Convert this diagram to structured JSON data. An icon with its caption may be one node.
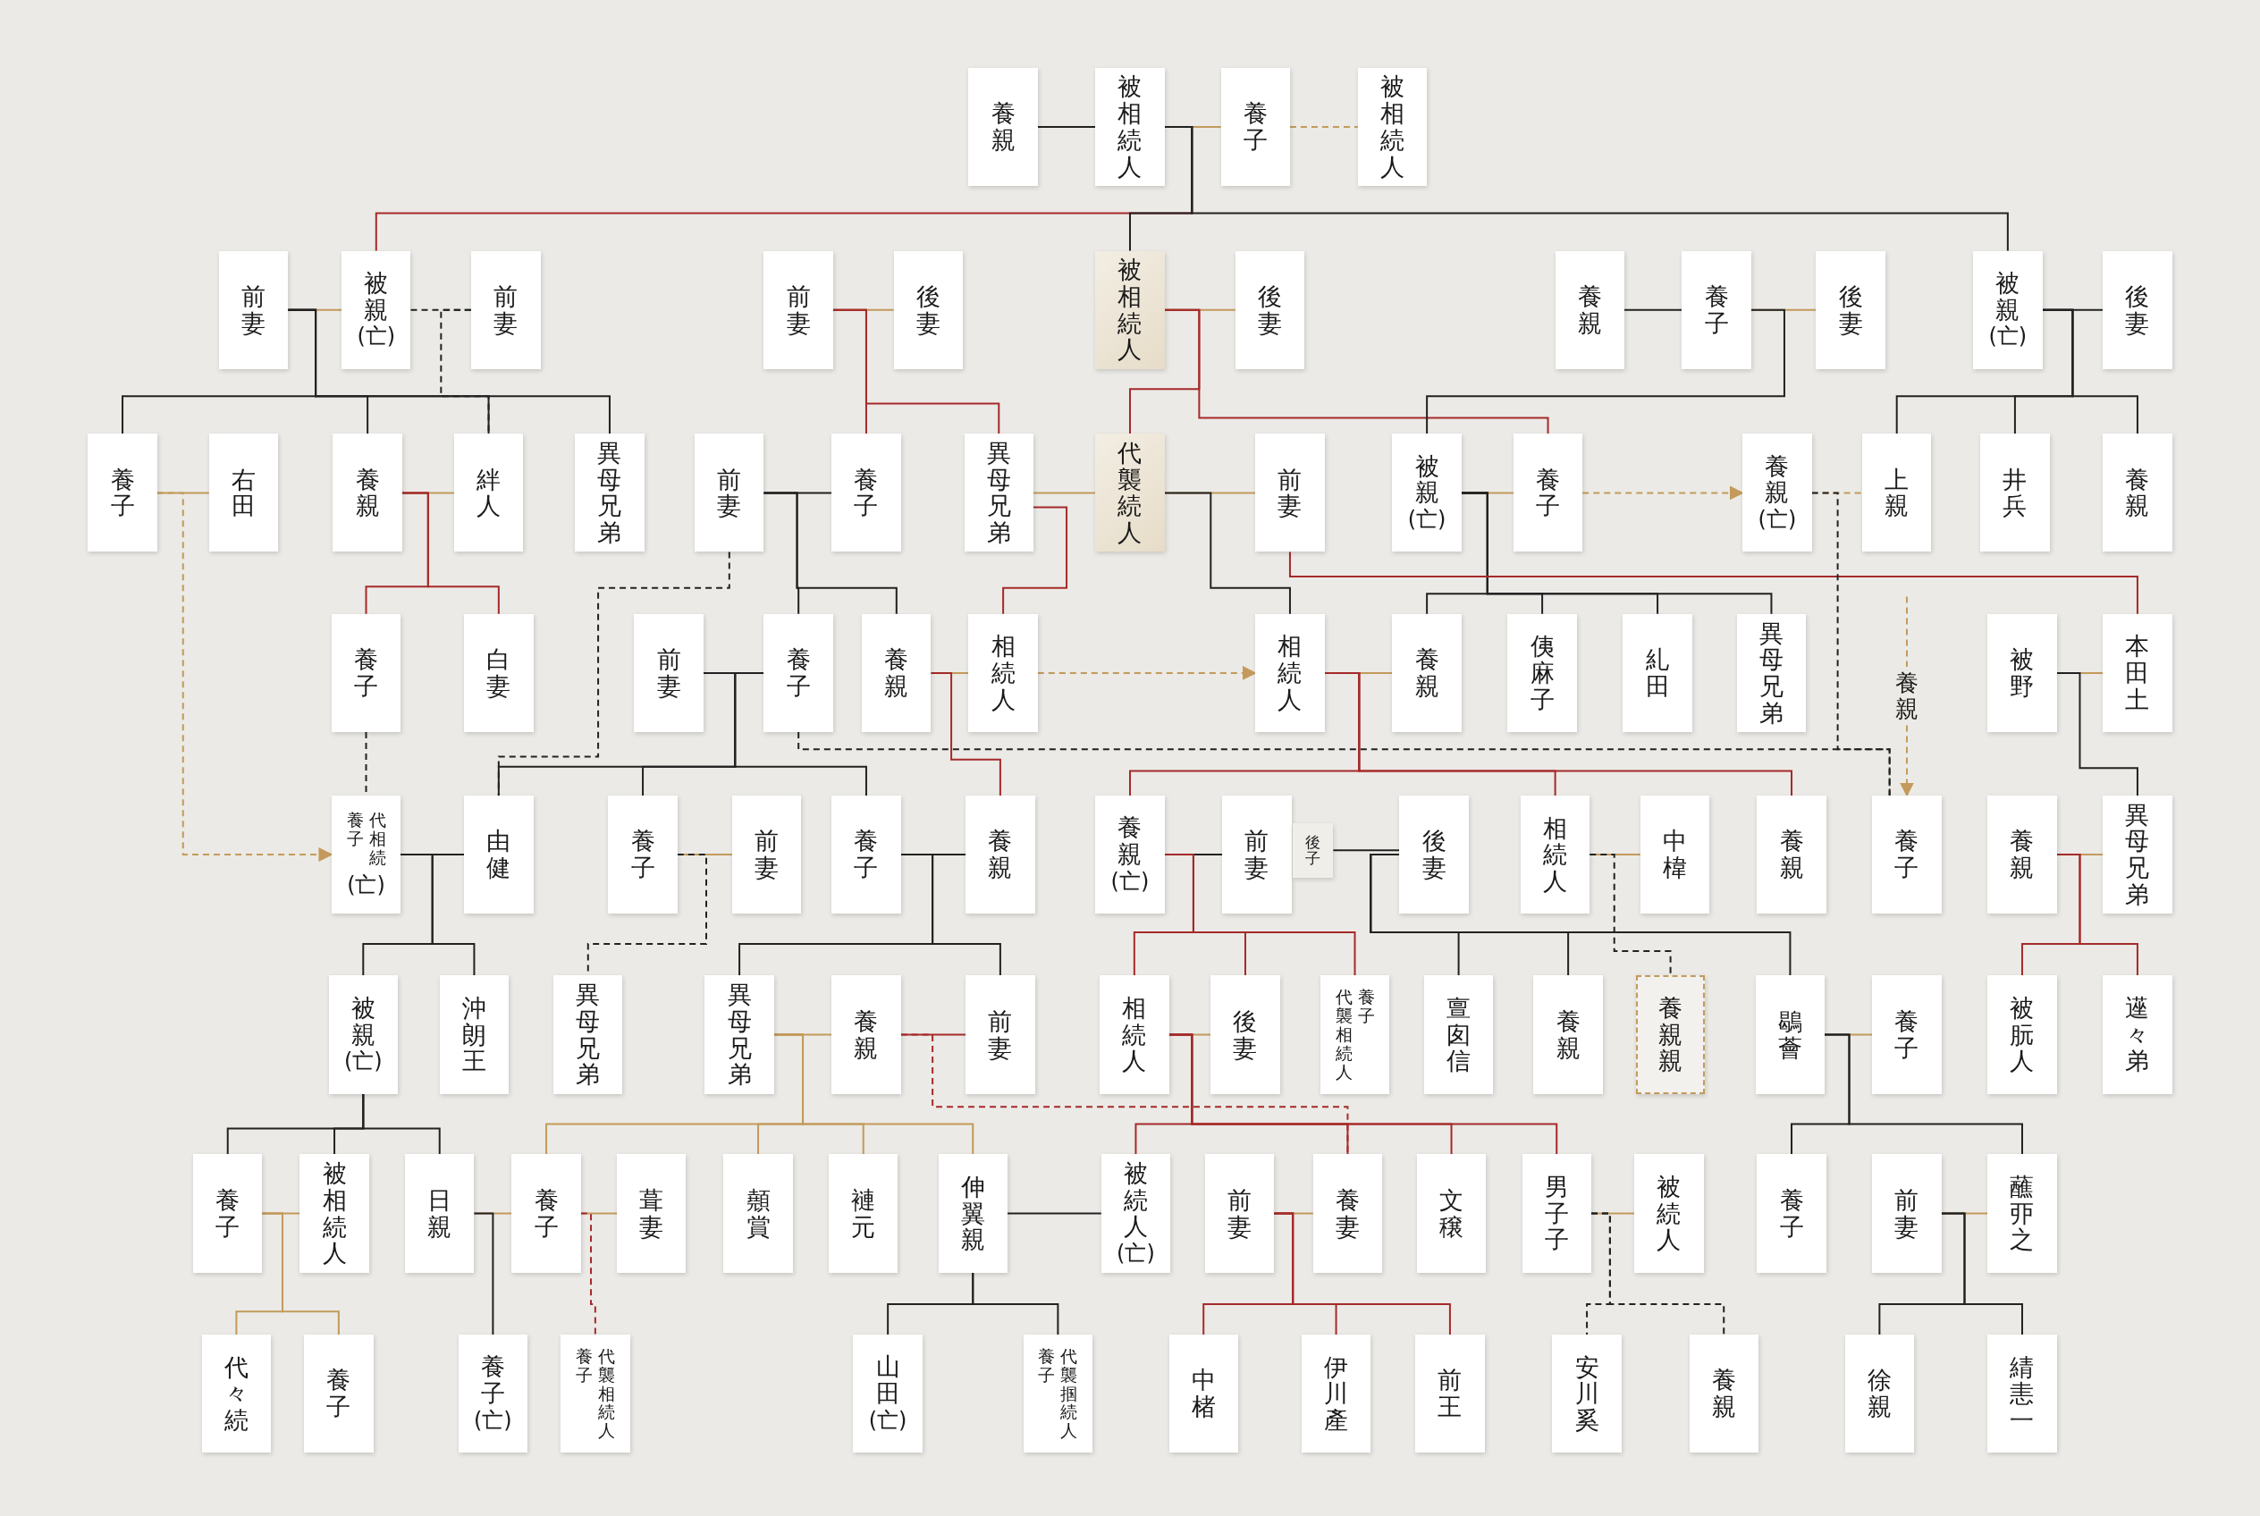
{
  "diagram": {
    "nodes": [
      {
        "text": [
          "養親"
        ]
      },
      {
        "text": [
          "被相続人"
        ]
      },
      {
        "text": [
          "養子"
        ]
      },
      {
        "text": [
          "被相続人"
        ]
      },
      {
        "text": [
          "前妻"
        ]
      },
      {
        "text": [
          "被親",
          "(亡)"
        ]
      },
      {
        "text": [
          "前妻"
        ]
      },
      {
        "text": [
          "前妻"
        ]
      },
      {
        "text": [
          "後妻"
        ]
      },
      {
        "text": [
          "被相続人"
        ]
      },
      {
        "text": [
          "後妻"
        ]
      },
      {
        "text": [
          "養親"
        ]
      },
      {
        "text": [
          "養子"
        ]
      },
      {
        "text": [
          "後妻"
        ]
      },
      {
        "text": [
          "被親",
          "(亡)"
        ]
      },
      {
        "text": [
          "後妻"
        ]
      },
      {
        "text": [
          "養子"
        ]
      },
      {
        "text": [
          "右田"
        ]
      },
      {
        "text": [
          "養親"
        ]
      },
      {
        "text": [
          "絆人"
        ]
      },
      {
        "text": [
          "異母兄弟"
        ]
      },
      {
        "text": [
          "前妻"
        ]
      },
      {
        "text": [
          "養子"
        ]
      },
      {
        "text": [
          "異母兄弟"
        ]
      },
      {
        "text": [
          "代襲続人"
        ]
      },
      {
        "text": [
          "前妻"
        ]
      },
      {
        "text": [
          "被親",
          "(亡)"
        ]
      },
      {
        "text": [
          "養子"
        ]
      },
      {
        "text": [
          "養親",
          "(亡)"
        ]
      },
      {
        "text": [
          "上親"
        ]
      },
      {
        "text": [
          "井兵"
        ]
      },
      {
        "text": [
          "養親"
        ]
      },
      {
        "text": [
          "養子"
        ]
      },
      {
        "text": [
          "白妻"
        ]
      },
      {
        "text": [
          "前妻"
        ]
      },
      {
        "text": [
          "養子"
        ]
      },
      {
        "text": [
          "養親"
        ]
      },
      {
        "text": [
          "相続人"
        ]
      },
      {
        "text": [
          "相続人"
        ]
      },
      {
        "text": [
          "養親"
        ]
      },
      {
        "text": [
          "侇麻子"
        ]
      },
      {
        "text": [
          "糺田"
        ]
      },
      {
        "text": [
          "異母兄弟"
        ]
      },
      {
        "text": [
          "被野"
        ]
      },
      {
        "text": [
          "本田土"
        ]
      },
      {
        "text": [
          "養子",
          "代相続",
          "(亡)"
        ]
      },
      {
        "text": [
          "由健"
        ]
      },
      {
        "text": [
          "養子"
        ]
      },
      {
        "text": [
          "前妻"
        ]
      },
      {
        "text": [
          "養子"
        ]
      },
      {
        "text": [
          "養親"
        ]
      },
      {
        "text": [
          "養親",
          "(亡)"
        ]
      },
      {
        "text": [
          "前妻"
        ]
      },
      {
        "text": [
          "後子"
        ]
      },
      {
        "text": [
          "後妻"
        ]
      },
      {
        "text": [
          "相続人"
        ]
      },
      {
        "text": [
          "中椲"
        ]
      },
      {
        "text": [
          "養親"
        ]
      },
      {
        "text": [
          "養子"
        ]
      },
      {
        "text": [
          "養親"
        ]
      },
      {
        "text": [
          "異母兄弟"
        ]
      },
      {
        "text": [
          "被親",
          "(亡)"
        ]
      },
      {
        "text": [
          "沖朗王"
        ]
      },
      {
        "text": [
          "異母兄弟"
        ]
      },
      {
        "text": [
          "異母兄弟"
        ]
      },
      {
        "text": [
          "養親"
        ]
      },
      {
        "text": [
          "前妻"
        ]
      },
      {
        "text": [
          "相続人"
        ]
      },
      {
        "text": [
          "後妻"
        ]
      },
      {
        "text": [
          "代襲相続人",
          "養子"
        ]
      },
      {
        "text": [
          "亶囱信"
        ]
      },
      {
        "text": [
          "養親"
        ]
      },
      {
        "text": [
          "養親親"
        ]
      },
      {
        "text": [
          "鶡薈"
        ]
      },
      {
        "text": [
          "養子"
        ]
      },
      {
        "text": [
          "被朊人"
        ]
      },
      {
        "text": [
          "遳々弟"
        ]
      },
      {
        "text": [
          "養子"
        ]
      },
      {
        "text": [
          "被相続人"
        ]
      },
      {
        "text": [
          "日親"
        ]
      },
      {
        "text": [
          "養子"
        ]
      },
      {
        "text": [
          "葺妻"
        ]
      },
      {
        "text": [
          "顤賞"
        ]
      },
      {
        "text": [
          "褳元"
        ]
      },
      {
        "text": [
          "伸翼親"
        ]
      },
      {
        "text": [
          "被続人",
          "(亡)"
        ]
      },
      {
        "text": [
          "前妻"
        ]
      },
      {
        "text": [
          "養妻"
        ]
      },
      {
        "text": [
          "文穣"
        ]
      },
      {
        "text": [
          "男子子"
        ]
      },
      {
        "text": [
          "被続人"
        ]
      },
      {
        "text": [
          "養子"
        ]
      },
      {
        "text": [
          "前妻"
        ]
      },
      {
        "text": [
          "蘸丣之"
        ]
      },
      {
        "text": [
          "代々続"
        ]
      },
      {
        "text": [
          "養子"
        ]
      },
      {
        "text": [
          "養子",
          "(亡)"
        ]
      },
      {
        "text": [
          "養子",
          "代襲相続人"
        ]
      },
      {
        "text": [
          "山田",
          "(亡)"
        ]
      },
      {
        "text": [
          "養子",
          "代襲掴続人"
        ]
      },
      {
        "text": [
          "中楮"
        ]
      },
      {
        "text": [
          "伊川產"
        ]
      },
      {
        "text": [
          "前王"
        ]
      },
      {
        "text": [
          "安川奚"
        ]
      },
      {
        "text": [
          "養親"
        ]
      },
      {
        "text": [
          "徐親"
        ]
      },
      {
        "text": [
          "綪恚一"
        ]
      }
    ],
    "edges": [
      {
        "from": 0,
        "to": 1,
        "arrow": "none"
      },
      {
        "from": 1,
        "to": 2,
        "arrow": "none",
        "color": "#c39a5b"
      },
      {
        "from": 2,
        "to": 3,
        "arrow": "none",
        "style": "dashed",
        "color": "#c39a5b"
      },
      {
        "from": 1,
        "to": 5,
        "arrow": "none",
        "color": "#a52a2a"
      },
      {
        "from": 1,
        "to": 9,
        "arrow": "none"
      },
      {
        "from": 1,
        "to": 14,
        "arrow": "none"
      },
      {
        "from": 4,
        "to": 5,
        "arrow": "none",
        "color": "#c39a5b"
      },
      {
        "from": 5,
        "to": 6,
        "arrow": "none",
        "style": "dashed"
      },
      {
        "from": 7,
        "to": 8,
        "arrow": "none",
        "color": "#c39a5b"
      },
      {
        "from": 9,
        "to": 10,
        "arrow": "none",
        "color": "#c39a5b"
      },
      {
        "from": 11,
        "to": 12,
        "arrow": "none"
      },
      {
        "from": 12,
        "to": 13,
        "arrow": "none",
        "color": "#c39a5b"
      },
      {
        "from": 14,
        "to": 15,
        "arrow": "none"
      },
      {
        "from": 4,
        "to": 16,
        "arrow": "none"
      },
      {
        "from": 4,
        "to": 18,
        "arrow": "none"
      },
      {
        "from": 4,
        "to": 19,
        "arrow": "none"
      },
      {
        "from": 4,
        "to": 20,
        "arrow": "none"
      },
      {
        "from": 6,
        "to": 19,
        "arrow": "none",
        "style": "dashed"
      },
      {
        "from": 7,
        "to": 22,
        "arrow": "none",
        "color": "#a52a2a"
      },
      {
        "from": 7,
        "to": 23,
        "arrow": "none",
        "color": "#a52a2a"
      },
      {
        "from": 9,
        "to": 24,
        "arrow": "none",
        "color": "#a52a2a"
      },
      {
        "from": 9,
        "to": 27,
        "arrow": "none",
        "color": "#a52a2a"
      },
      {
        "from": 12,
        "to": 26,
        "arrow": "none"
      },
      {
        "from": 14,
        "to": 29,
        "arrow": "none"
      },
      {
        "from": 14,
        "to": 30,
        "arrow": "none"
      },
      {
        "from": 14,
        "to": 31,
        "arrow": "none"
      },
      {
        "from": 16,
        "to": 17,
        "arrow": "none",
        "color": "#c39a5b"
      },
      {
        "from": 18,
        "to": 19,
        "arrow": "none",
        "color": "#c39a5b"
      },
      {
        "from": 21,
        "to": 22,
        "arrow": "none"
      },
      {
        "from": 23,
        "to": 24,
        "arrow": "none",
        "color": "#c39a5b"
      },
      {
        "from": 24,
        "to": 25,
        "arrow": "none",
        "color": "#c39a5b"
      },
      {
        "from": 26,
        "to": 27,
        "arrow": "none",
        "color": "#c39a5b"
      },
      {
        "from": 27,
        "to": 28,
        "arrow": "to",
        "style": "dashed",
        "color": "#c39a5b"
      },
      {
        "from": 28,
        "to": 29,
        "arrow": "none",
        "style": "dashed",
        "color": "#c39a5b"
      },
      {
        "from": 18,
        "to": 32,
        "arrow": "none",
        "color": "#a52a2a"
      },
      {
        "from": 18,
        "to": 33,
        "arrow": "none",
        "color": "#a52a2a"
      },
      {
        "from": 21,
        "to": 35,
        "arrow": "none"
      },
      {
        "from": 21,
        "to": 36,
        "arrow": "none"
      },
      {
        "from": 21,
        "to": 46,
        "arrow": "none",
        "style": "dashed"
      },
      {
        "from": 23,
        "to": 37,
        "arrow": "none",
        "color": "#a52a2a"
      },
      {
        "from": 24,
        "to": 38,
        "arrow": "none"
      },
      {
        "from": 26,
        "to": 39,
        "arrow": "none"
      },
      {
        "from": 26,
        "to": 40,
        "arrow": "none"
      },
      {
        "from": 26,
        "to": 41,
        "arrow": "none"
      },
      {
        "from": 26,
        "to": 42,
        "arrow": "none"
      },
      {
        "from": 25,
        "to": 44,
        "arrow": "none",
        "color": "#a52a2a"
      },
      {
        "from": 28,
        "to": 58,
        "arrow": "none",
        "style": "dashed"
      },
      {
        "from": null,
        "to": 58,
        "arrow": "to",
        "label": "養親",
        "style": "dashed",
        "color": "#c39a5b"
      },
      {
        "from": 16,
        "to": 45,
        "arrow": "to",
        "style": "dashed",
        "color": "#c39a5b"
      },
      {
        "from": 37,
        "to": 38,
        "arrow": "to",
        "style": "dashed",
        "color": "#c39a5b"
      },
      {
        "from": 36,
        "to": 37,
        "arrow": "none",
        "color": "#c39a5b"
      },
      {
        "from": 38,
        "to": 39,
        "arrow": "none",
        "color": "#c39a5b"
      },
      {
        "from": 43,
        "to": 44,
        "arrow": "none",
        "color": "#c39a5b"
      },
      {
        "from": 34,
        "to": 35,
        "arrow": "none"
      },
      {
        "from": 34,
        "to": 46,
        "arrow": "none"
      },
      {
        "from": 34,
        "to": 47,
        "arrow": "none"
      },
      {
        "from": 34,
        "to": 49,
        "arrow": "none"
      },
      {
        "from": 32,
        "to": 45,
        "arrow": "none",
        "style": "dashed"
      },
      {
        "from": 36,
        "to": 50,
        "arrow": "none",
        "color": "#a52a2a"
      },
      {
        "from": 38,
        "to": 51,
        "arrow": "none",
        "color": "#a52a2a"
      },
      {
        "from": 38,
        "to": 55,
        "arrow": "none",
        "color": "#a52a2a"
      },
      {
        "from": 38,
        "to": 57,
        "arrow": "none",
        "color": "#a52a2a"
      },
      {
        "from": 43,
        "to": 60,
        "arrow": "none"
      },
      {
        "from": 35,
        "to": 58,
        "arrow": "none",
        "style": "dashed"
      },
      {
        "from": 45,
        "to": 46,
        "arrow": "none"
      },
      {
        "from": 47,
        "to": 48,
        "arrow": "none",
        "color": "#c39a5b"
      },
      {
        "from": 49,
        "to": 50,
        "arrow": "none"
      },
      {
        "from": 51,
        "to": 52,
        "arrow": "none"
      },
      {
        "from": 53,
        "to": 54,
        "arrow": "none"
      },
      {
        "from": 55,
        "to": 56,
        "arrow": "none",
        "color": "#c39a5b"
      },
      {
        "from": 59,
        "to": 60,
        "arrow": "none",
        "color": "#c39a5b"
      },
      {
        "from": 47,
        "to": 63,
        "arrow": "none",
        "style": "dashed"
      },
      {
        "from": 45,
        "to": 61,
        "arrow": "none"
      },
      {
        "from": 45,
        "to": 62,
        "arrow": "none"
      },
      {
        "from": 49,
        "to": 64,
        "arrow": "none"
      },
      {
        "from": 49,
        "to": 66,
        "arrow": "none"
      },
      {
        "from": 51,
        "to": 67,
        "arrow": "none",
        "color": "#a52a2a"
      },
      {
        "from": 51,
        "to": 68,
        "arrow": "none",
        "color": "#a52a2a"
      },
      {
        "from": 51,
        "to": 69,
        "arrow": "none",
        "color": "#a52a2a"
      },
      {
        "from": 54,
        "to": 70,
        "arrow": "none"
      },
      {
        "from": 54,
        "to": 71,
        "arrow": "none"
      },
      {
        "from": 54,
        "to": 73,
        "arrow": "none"
      },
      {
        "from": 55,
        "to": 72,
        "arrow": "none",
        "style": "dashed"
      },
      {
        "from": 59,
        "to": 75,
        "arrow": "none",
        "color": "#a52a2a"
      },
      {
        "from": 59,
        "to": 76,
        "arrow": "none",
        "color": "#a52a2a"
      },
      {
        "from": 64,
        "to": 65,
        "arrow": "none",
        "color": "#c39a5b"
      },
      {
        "from": 65,
        "to": 66,
        "arrow": "none",
        "color": "#a52a2a"
      },
      {
        "from": 67,
        "to": 68,
        "arrow": "none",
        "color": "#c39a5b"
      },
      {
        "from": 73,
        "to": 74,
        "arrow": "none",
        "color": "#c39a5b"
      },
      {
        "from": 64,
        "to": 80,
        "arrow": "none",
        "color": "#c39a5b"
      },
      {
        "from": 64,
        "to": 82,
        "arrow": "none",
        "color": "#c39a5b"
      },
      {
        "from": 64,
        "to": 83,
        "arrow": "none",
        "color": "#c39a5b"
      },
      {
        "from": 64,
        "to": 84,
        "arrow": "none",
        "color": "#c39a5b"
      },
      {
        "from": 65,
        "to": 87,
        "arrow": "none",
        "style": "dashed",
        "color": "#a52a2a"
      },
      {
        "from": 67,
        "to": 85,
        "arrow": "none",
        "color": "#a52a2a"
      },
      {
        "from": 67,
        "to": 87,
        "arrow": "none",
        "color": "#a52a2a"
      },
      {
        "from": 67,
        "to": 88,
        "arrow": "none",
        "color": "#a52a2a"
      },
      {
        "from": 67,
        "to": 89,
        "arrow": "none",
        "color": "#a52a2a"
      },
      {
        "from": 73,
        "to": 91,
        "arrow": "none"
      },
      {
        "from": 73,
        "to": 93,
        "arrow": "none"
      },
      {
        "from": 61,
        "to": 77,
        "arrow": "none"
      },
      {
        "from": 61,
        "to": 78,
        "arrow": "none"
      },
      {
        "from": 61,
        "to": 79,
        "arrow": "none"
      },
      {
        "from": 77,
        "to": 78,
        "arrow": "none",
        "color": "#c39a5b"
      },
      {
        "from": 79,
        "to": 80,
        "arrow": "none",
        "color": "#c39a5b"
      },
      {
        "from": 80,
        "to": 81,
        "arrow": "none",
        "color": "#c39a5b"
      },
      {
        "from": 84,
        "to": 85,
        "arrow": "none"
      },
      {
        "from": 86,
        "to": 87,
        "arrow": "none",
        "color": "#c39a5b"
      },
      {
        "from": 89,
        "to": 90,
        "arrow": "none",
        "color": "#c39a5b"
      },
      {
        "from": 92,
        "to": 93,
        "arrow": "none",
        "color": "#c39a5b"
      },
      {
        "from": 77,
        "to": 94,
        "arrow": "none",
        "color": "#c39a5b"
      },
      {
        "from": 77,
        "to": 95,
        "arrow": "none",
        "color": "#c39a5b"
      },
      {
        "from": 79,
        "to": 96,
        "arrow": "none"
      },
      {
        "from": 80,
        "to": 97,
        "arrow": "none",
        "style": "dashed",
        "color": "#a52a2a"
      },
      {
        "from": 84,
        "to": 98,
        "arrow": "none"
      },
      {
        "from": 84,
        "to": 99,
        "arrow": "none"
      },
      {
        "from": 86,
        "to": 100,
        "arrow": "none",
        "color": "#a52a2a"
      },
      {
        "from": 86,
        "to": 101,
        "arrow": "none",
        "color": "#a52a2a"
      },
      {
        "from": 86,
        "to": 102,
        "arrow": "none",
        "color": "#a52a2a"
      },
      {
        "from": 89,
        "to": 103,
        "arrow": "none",
        "style": "dashed"
      },
      {
        "from": 89,
        "to": 104,
        "arrow": "none",
        "style": "dashed"
      },
      {
        "from": 92,
        "to": 105,
        "arrow": "none"
      },
      {
        "from": 92,
        "to": 106,
        "arrow": "none"
      }
    ]
  }
}
